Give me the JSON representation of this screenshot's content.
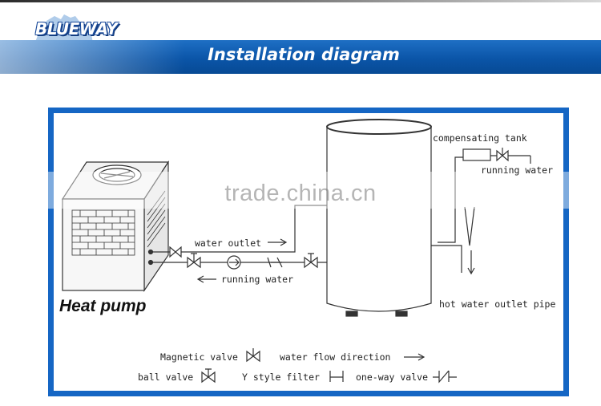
{
  "header": {
    "logo_text": "BLUEWAY",
    "title": "Installation diagram"
  },
  "watermark": "trade.china.cn",
  "diagram": {
    "heat_pump_label": "Heat pump",
    "labels": {
      "compensating_tank": "compensating tank",
      "running_water_top": "running water",
      "water_outlet": "water outlet",
      "running_water": "running water",
      "hot_water_outlet_pipe": "hot water outlet pipe"
    },
    "legend": {
      "magnetic_valve": "Magnetic valve",
      "water_flow_direction": "water flow direction",
      "ball_valve": "ball valve",
      "y_style_filter": "Y style filter",
      "one_way_valve": "one-way valve"
    }
  },
  "colors": {
    "banner": "#0b55a8",
    "frame": "#1566c4"
  }
}
